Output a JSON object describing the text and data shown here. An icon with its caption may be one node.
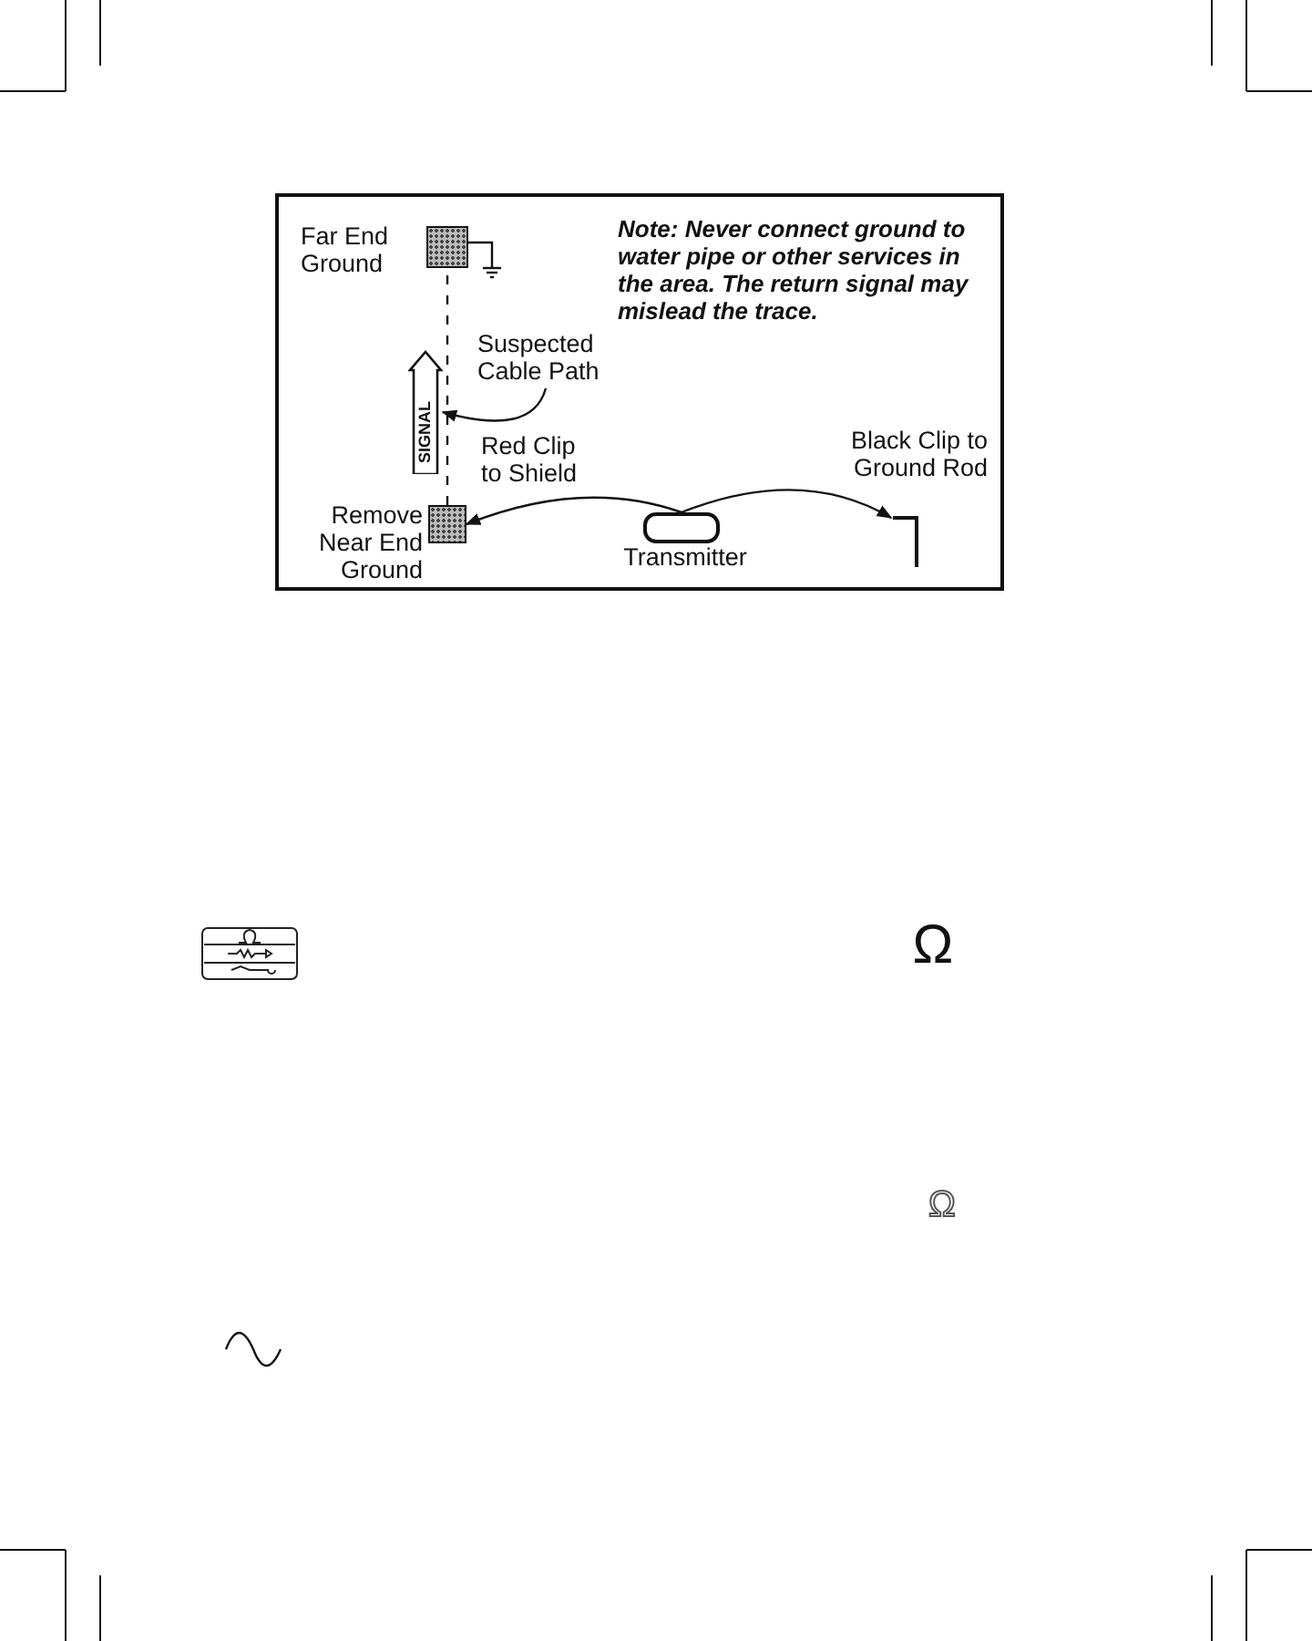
{
  "diagram": {
    "nodes": [
      {
        "text": [],
        "shape": "box",
        "beside": [
          "Far End Ground"
        ]
      },
      {
        "text": [
          "Suspected Cable Path"
        ]
      },
      {
        "text": [],
        "shape": "box",
        "beside": [
          "Remove Near End Ground"
        ]
      },
      {
        "text": [],
        "shape": "box",
        "beside": [
          "Transmitter"
        ]
      },
      {
        "text": [],
        "shape": "bar"
      },
      {
        "text": [
          "SIGNAL"
        ]
      }
    ],
    "edges": [
      {
        "from": 2,
        "to": 0,
        "arrow": "none",
        "style": "dashed"
      },
      {
        "from": 3,
        "to": 2,
        "arrow": "to",
        "label": "Red Clip to Shield"
      },
      {
        "from": 3,
        "to": 4,
        "arrow": "to",
        "label": "Black Clip to Ground Rod"
      },
      {
        "from": 1,
        "to": 5,
        "arrow": "to"
      }
    ],
    "labels": [
      "**Note:** Never connect ground to water pipe or other services in the area. The return signal may mislead the trace.",
      "Ω",
      "Ω"
    ]
  }
}
